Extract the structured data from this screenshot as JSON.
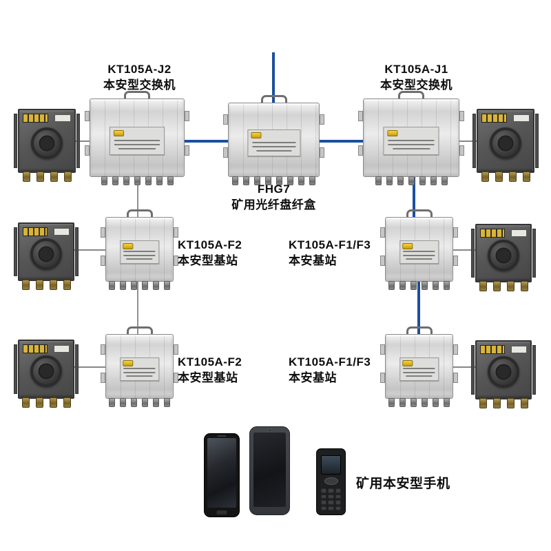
{
  "nodes": {
    "switch_j2": {
      "model": "KT105A-J2",
      "type": "本安型交换机"
    },
    "switch_j1": {
      "model": "KT105A-J1",
      "type": "本安型交换机"
    },
    "fiber_box": {
      "model": "FHG7",
      "type": "矿用光纤盘纤盒"
    },
    "base_mid_left": {
      "model": "KT105A-F2",
      "type": "本安型基站"
    },
    "base_mid_right": {
      "model": "KT105A-F1/F3",
      "type": "本安基站"
    },
    "base_bot_left": {
      "model": "KT105A-F2",
      "type": "本安型基站"
    },
    "base_bot_right": {
      "model": "KT105A-F1/F3",
      "type": "本安基站"
    },
    "handset": {
      "label": "矿用本安型手机"
    }
  },
  "links": [
    {
      "from": "uplink",
      "to": "fiber_box",
      "kind": "fiber"
    },
    {
      "from": "switch_j2",
      "to": "fiber_box",
      "kind": "fiber"
    },
    {
      "from": "fiber_box",
      "to": "switch_j1",
      "kind": "fiber"
    },
    {
      "from": "switch_j1",
      "to": "base_mid_right",
      "kind": "fiber"
    },
    {
      "from": "base_mid_right",
      "to": "base_bot_right",
      "kind": "fiber"
    },
    {
      "from": "switch_j2",
      "to": "base_mid_left",
      "kind": "cable"
    },
    {
      "from": "base_mid_left",
      "to": "base_bot_left",
      "kind": "cable"
    },
    {
      "from": "junction_top_left",
      "to": "switch_j2",
      "kind": "cable"
    },
    {
      "from": "switch_j1",
      "to": "junction_top_right",
      "kind": "cable"
    },
    {
      "from": "junction_mid_left",
      "to": "base_mid_left",
      "kind": "cable"
    },
    {
      "from": "base_mid_right",
      "to": "junction_mid_right",
      "kind": "cable"
    },
    {
      "from": "junction_bot_left",
      "to": "base_bot_left",
      "kind": "cable"
    },
    {
      "from": "base_bot_right",
      "to": "junction_bot_right",
      "kind": "cable"
    }
  ],
  "colors": {
    "fiber_link": "#1b4f9e",
    "cable_link": "#5f5f5f"
  }
}
